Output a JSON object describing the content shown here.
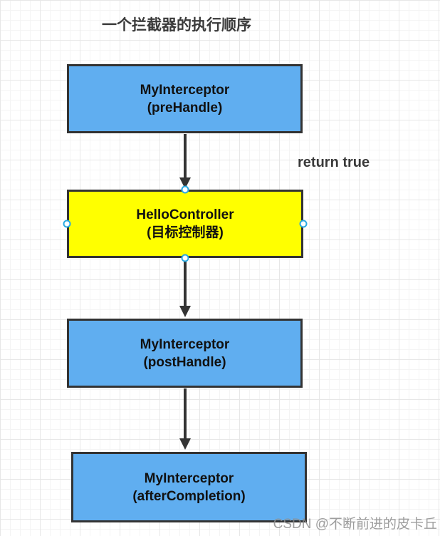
{
  "title": "一个拦截器的执行顺序",
  "edge_label": "return true",
  "watermark": "CSDN @不断前进的皮卡丘",
  "colors": {
    "node_blue_fill": "#60aef0",
    "node_yellow_fill": "#ffff00",
    "node_border": "#333333",
    "arrow": "#333333",
    "handle_border": "#29a9e1",
    "title_text": "#3a3a3a",
    "node_text": "#111111",
    "watermark_text": "#8c8c8c"
  },
  "nodes": [
    {
      "line1": "MyInterceptor",
      "line2": "(preHandle)"
    },
    {
      "line1": "HelloController",
      "line2": "(目标控制器)"
    },
    {
      "line1": "MyInterceptor",
      "line2": "(postHandle)"
    },
    {
      "line1": "MyInterceptor",
      "line2": "(afterCompletion)"
    }
  ]
}
